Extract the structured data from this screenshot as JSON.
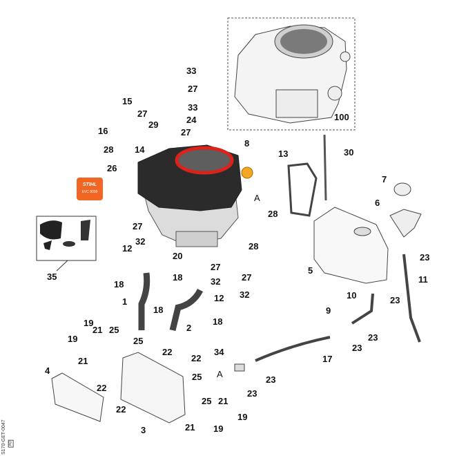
{
  "document_id": "S170-GET-0047",
  "revision": "A0",
  "reference_letters": [
    {
      "id": "a-engine",
      "text": "A"
    },
    {
      "id": "a-filter",
      "text": "A"
    }
  ],
  "label_badge": {
    "brand": "STIHL",
    "model": "EVC 8000",
    "brand_color": "#f26522"
  },
  "colors": {
    "shroud_black": "#2b2b2b",
    "ring_red": "#d9231c",
    "cap_orange": "#f5a623",
    "line_gray": "#555555"
  },
  "callouts": [
    {
      "n": "33"
    },
    {
      "n": "27"
    },
    {
      "n": "15"
    },
    {
      "n": "27"
    },
    {
      "n": "33"
    },
    {
      "n": "24"
    },
    {
      "n": "16"
    },
    {
      "n": "29"
    },
    {
      "n": "27"
    },
    {
      "n": "28"
    },
    {
      "n": "14"
    },
    {
      "n": "8"
    },
    {
      "n": "13"
    },
    {
      "n": "30"
    },
    {
      "n": "26"
    },
    {
      "n": "7"
    },
    {
      "n": "6"
    },
    {
      "n": "28"
    },
    {
      "n": "27"
    },
    {
      "n": "32"
    },
    {
      "n": "12"
    },
    {
      "n": "28"
    },
    {
      "n": "20"
    },
    {
      "n": "27"
    },
    {
      "n": "23"
    },
    {
      "n": "5"
    },
    {
      "n": "11"
    },
    {
      "n": "18"
    },
    {
      "n": "18"
    },
    {
      "n": "32"
    },
    {
      "n": "27"
    },
    {
      "n": "1"
    },
    {
      "n": "12"
    },
    {
      "n": "32"
    },
    {
      "n": "23"
    },
    {
      "n": "10"
    },
    {
      "n": "18"
    },
    {
      "n": "18"
    },
    {
      "n": "2"
    },
    {
      "n": "9"
    },
    {
      "n": "23"
    },
    {
      "n": "19"
    },
    {
      "n": "21"
    },
    {
      "n": "25"
    },
    {
      "n": "19"
    },
    {
      "n": "25"
    },
    {
      "n": "23"
    },
    {
      "n": "21"
    },
    {
      "n": "22"
    },
    {
      "n": "17"
    },
    {
      "n": "34"
    },
    {
      "n": "22"
    },
    {
      "n": "4"
    },
    {
      "n": "22"
    },
    {
      "n": "23"
    },
    {
      "n": "25"
    },
    {
      "n": "22"
    },
    {
      "n": "25"
    },
    {
      "n": "23"
    },
    {
      "n": "21"
    },
    {
      "n": "3"
    },
    {
      "n": "21"
    },
    {
      "n": "19"
    },
    {
      "n": "19"
    },
    {
      "n": "35"
    },
    {
      "n": "100"
    }
  ]
}
